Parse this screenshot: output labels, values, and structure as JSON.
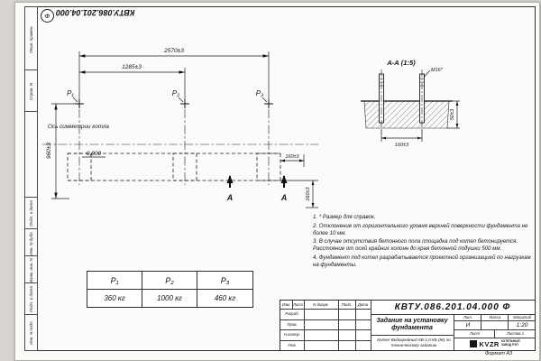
{
  "sheet": {
    "format_label": "Формат А3",
    "top_stamp": {
      "doc_number": "КВТУ.086.201.04.000",
      "mark": "Ф"
    },
    "left_frame_labels": [
      "Перв. примен.",
      "Справ. N",
      "Подп. и дата",
      "Инв. N дубл.",
      "Взам. инв. N",
      "Подп. и дата",
      "Инв. N подл."
    ]
  },
  "plan": {
    "dim_total": "2570±3",
    "dim_half": "1285±3",
    "dim_height": "960±3",
    "dim_offset_h": "160±3",
    "dim_offset_v": "160±3",
    "axis_label": "Ось симметрии котла",
    "level": "0,000",
    "p1": "Р₁",
    "p2": "Р₂",
    "p3": "Р₃",
    "section_letter": "А"
  },
  "section": {
    "title": "А-А (1:5)",
    "bolt_label": "М16*",
    "dim_depth": "50±3",
    "dim_width": "160±3"
  },
  "notes": [
    "1. * Размер для справок.",
    "2. Отклонение от горизонтального уровня верхней поверхности фундамента не более 10 мм.",
    "3. В случае отсутствия бетонного пола площадка под котел бетонируется. Расстояние от осей крайних колонн до края бетонной подушки 500 мм.",
    "4. Фундамент под котел разрабатывается проектной организацией по нагрузкам на фундаменты."
  ],
  "loads_table": {
    "headers": [
      "Р₁",
      "Р₂",
      "Р₃"
    ],
    "values": [
      "360 кг",
      "1000 кг",
      "460 кг"
    ]
  },
  "title_block": {
    "doc_number": "КВТУ.086.201.04.000 Ф",
    "doc_title": "Задание на установку фундамента",
    "product": "Котел Водогрейный КВ-1,0 КБ (Ж) по техническому заданию",
    "header_cells": [
      "Изм.",
      "Лист",
      "N докум.",
      "Подп.",
      "Дата"
    ],
    "rows": [
      "Разраб.",
      "Пров.",
      "Н.контр.",
      "Утв."
    ],
    "lit_label": "Лит.",
    "mass_label": "Масса",
    "scale_label": "Масштаб",
    "lit_value": "И",
    "scale_value": "1:20",
    "sheet_label": "Лист",
    "sheets_label": "Листов 1",
    "company": "KVZR",
    "company_sub1": "КОТЕЛЬНЫЙ",
    "company_sub2": "ЗАВОД РЭП"
  }
}
